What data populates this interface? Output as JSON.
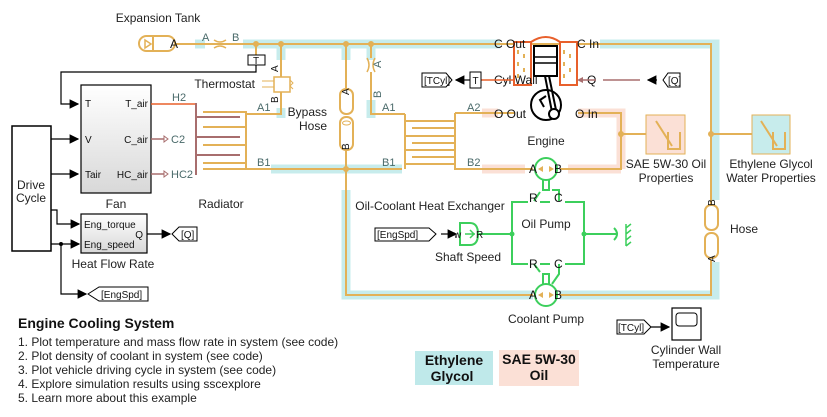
{
  "blocks": {
    "expansion_tank": {
      "label": "Expansion Tank",
      "port_a": "A"
    },
    "orifice_top": {
      "port_a": "A",
      "port_b": "B"
    },
    "temp_sensor_top": {
      "label": "T"
    },
    "thermostat": {
      "label": "Thermostat",
      "port_a": "A",
      "port_b": "B"
    },
    "fan": {
      "label": "Fan",
      "inputs": [
        "T",
        "V",
        "Tair"
      ],
      "outputs": [
        "T_air",
        "C_air",
        "HC_air"
      ]
    },
    "drive_cycle": {
      "label_line1": "Drive",
      "label_line2": "Cycle"
    },
    "heat_flow_rate": {
      "label": "Heat Flow Rate",
      "inputs": [
        "Eng_torque",
        "Eng_speed"
      ],
      "output": "Q"
    },
    "radiator": {
      "label": "Radiator",
      "ports": [
        "H2",
        "C2",
        "HC2",
        "A1",
        "B1"
      ]
    },
    "bypass_hose": {
      "label_line1": "Bypass",
      "label_line2": "Hose",
      "port_a": "A",
      "port_b": "B"
    },
    "orifice_mid": {
      "port_a": "A",
      "port_b": "B"
    },
    "oil_coolant_hx": {
      "label": "Oil-Coolant Heat Exchanger",
      "ports": [
        "A1",
        "B1",
        "A2",
        "B2"
      ]
    },
    "engine": {
      "label": "Engine",
      "ports": [
        "C Out",
        "C In",
        "Cyl Wall",
        "Q",
        "O Out",
        "O In"
      ]
    },
    "temp_sensor_engine": {
      "label": "T"
    },
    "oil_properties": {
      "label_line1": "SAE 5W-30 Oil",
      "label_line2": "Properties"
    },
    "coolant_properties": {
      "label_line1": "Ethylene Glycol",
      "label_line2": "Water Properties"
    },
    "hose": {
      "label": "Hose",
      "port_a": "A",
      "port_b": "B"
    },
    "oil_pump": {
      "label": "Oil Pump",
      "ports": [
        "A",
        "B",
        "R",
        "C"
      ]
    },
    "shaft_speed": {
      "label": "Shaft Speed",
      "port_w": "w",
      "port_r": "R"
    },
    "coolant_pump": {
      "label": "Coolant Pump",
      "ports": [
        "A",
        "B",
        "R",
        "C"
      ]
    },
    "cylinder_wall_scope": {
      "label_line1": "Cylinder Wall",
      "label_line2": "Temperature"
    }
  },
  "tags": {
    "tcyl": "[TCyl]",
    "q": "[Q]",
    "engspd": "[EngSpd]"
  },
  "legend": {
    "coolant": {
      "line1": "Ethylene",
      "line2": "Glycol",
      "color": "#bfe9ea"
    },
    "oil": {
      "line1": "SAE 5W-30",
      "line2": "Oil",
      "color": "#fbe0d6"
    }
  },
  "notes": {
    "title": "Engine Cooling System",
    "items": [
      "1. Plot temperature and mass flow rate in system (see code)",
      "2. Plot density of coolant in system (see code)",
      "3. Plot vehicle driving cycle in system (see code)",
      "4. Explore simulation results using sscexplore",
      "5. Learn more about this example"
    ]
  },
  "colors": {
    "thermal_liquid": "#e3b157",
    "coolant_highlight": "#c7ecec",
    "oil_highlight": "#fbe0d6",
    "mechanical": "#3ccf5c",
    "thermal": "#a86e6e",
    "heat_port": "#e8602c"
  }
}
